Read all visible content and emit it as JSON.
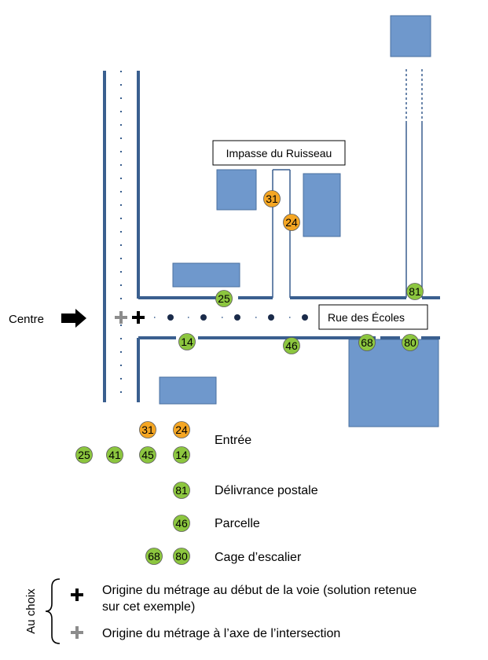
{
  "map": {
    "centre_label": "Centre",
    "street_main": "Rue des Écoles",
    "street_side": "Impasse du Ruisseau",
    "numbers": {
      "n31": "31",
      "n24": "24",
      "n25": "25",
      "n81": "81",
      "n14": "14",
      "n46": "46",
      "n68": "68",
      "n80": "80"
    }
  },
  "legend": {
    "entree": {
      "label": "Entrée",
      "orange": [
        "31",
        "24"
      ],
      "green": [
        "25",
        "41",
        "45",
        "14"
      ]
    },
    "delivrance": {
      "label": "Délivrance postale",
      "number": "81"
    },
    "parcelle": {
      "label": "Parcelle",
      "number": "46"
    },
    "cage": {
      "label": "Cage d’escalier",
      "numbers": [
        "68",
        "80"
      ]
    },
    "au_choix": "Au choix",
    "origin_start_line1": "Origine du métrage au début de la voie (solution retenue",
    "origin_start_line2": "sur cet exemple)",
    "origin_axis": "Origine du métrage à l’axe de l’intersection"
  },
  "colors": {
    "road": "#3a5f8f",
    "building": "#6f98cc",
    "building_stroke": "#4a6f9f",
    "badge_green": "#8cc63f",
    "badge_orange": "#f5a623",
    "plus_black": "#000000",
    "plus_grey": "#8c8c8c"
  }
}
